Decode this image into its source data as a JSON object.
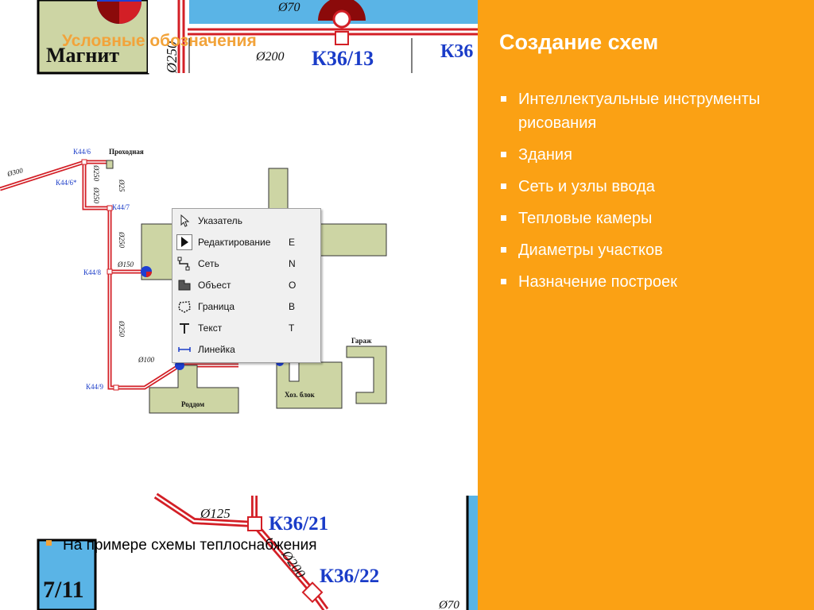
{
  "slide": {
    "title": "Создание схем",
    "bullets": [
      "Интеллектуальные инструменты рисования",
      "Здания",
      "Сеть и узлы ввода",
      "Тепловые камеры",
      "Диаметры участков",
      "Назначение построек"
    ],
    "legend_title": "Условные обозначения",
    "bottom_note": "На примере схемы теплоснабжения",
    "accent": "#fba114"
  },
  "map_top": {
    "building": "Магнит",
    "d250": "Ø250",
    "d70": "Ø70",
    "d200": "Ø200",
    "k3613": "К36/13",
    "k36": "К36"
  },
  "map_mid": {
    "k446": "К44/6",
    "k446s": "К44/6*",
    "k447": "К44/7",
    "k448": "К44/8",
    "k449": "К44/9",
    "prohodnaya": "Проходная",
    "garazh": "Гараж",
    "roddom": "Роддом",
    "hozblok": "Хоз. блок",
    "d300": "Ø300",
    "d250a": "Ø250",
    "d250b": "Ø250",
    "d25": "Ø25",
    "d250c": "Ø250",
    "d150": "Ø150",
    "d250d": "Ø250",
    "d100": "Ø100"
  },
  "map_bottom": {
    "d125": "Ø125",
    "k3621": "К36/21",
    "k3622": "К36/22",
    "d200": "Ø200",
    "d70": "Ø70",
    "block": "7/11"
  },
  "menu": {
    "items": [
      {
        "icon": "pointer-icon",
        "label": "Указатель",
        "key": ""
      },
      {
        "icon": "edit-arrow-icon",
        "label": "Редактирование",
        "key": "E"
      },
      {
        "icon": "network-icon",
        "label": "Сеть",
        "key": "N"
      },
      {
        "icon": "object-icon",
        "label": "Объест",
        "key": "O"
      },
      {
        "icon": "border-icon",
        "label": "Граница",
        "key": "B"
      },
      {
        "icon": "text-icon",
        "label": "Текст",
        "key": "T"
      },
      {
        "icon": "ruler-icon",
        "label": "Линейка",
        "key": ""
      }
    ]
  }
}
